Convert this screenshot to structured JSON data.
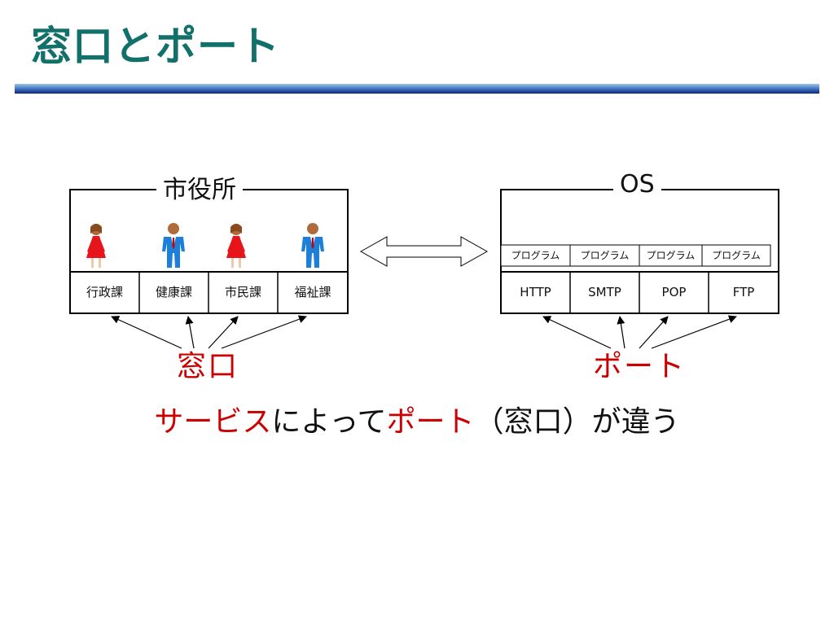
{
  "slide": {
    "title": "窓口とポート",
    "caption": {
      "part1": "サービス",
      "part2": "によって",
      "part3": "ポート",
      "part4": "（窓口）が違う"
    }
  },
  "city_hall": {
    "label": "市役所",
    "counters": [
      "行政課",
      "健康課",
      "市民課",
      "福祉課"
    ],
    "staff": [
      "woman-red",
      "man-blue",
      "woman-red",
      "man-blue"
    ],
    "pointer_label": "窓口"
  },
  "os": {
    "label": "OS",
    "programs": [
      "プログラム",
      "プログラム",
      "プログラム",
      "プログラム"
    ],
    "ports": [
      "HTTP",
      "SMTP",
      "POP",
      "FTP"
    ],
    "pointer_label": "ポート"
  },
  "colors": {
    "title": "#12706b",
    "accent_red": "#cc0000",
    "staff_red": "#e8141c",
    "staff_blue": "#1e7fd8"
  }
}
